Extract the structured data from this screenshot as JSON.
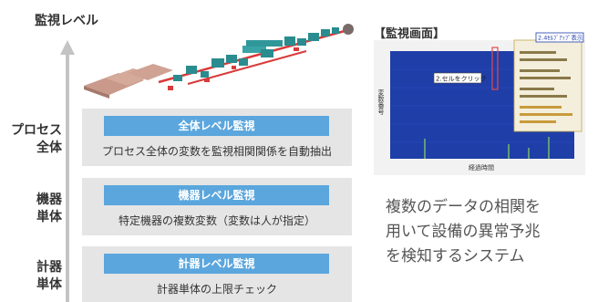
{
  "axis": {
    "title": "監視レベル"
  },
  "levels": [
    {
      "label_line1": "プロセス",
      "label_line2": "全体",
      "chip": "全体レベル監視",
      "desc": "プロセス全体の変数を監視相関関係を自動抽出"
    },
    {
      "label_line1": "機器",
      "label_line2": "単体",
      "chip": "機器レベル監視",
      "desc": "特定機器の複数変数（変数は人が指定）"
    },
    {
      "label_line1": "計器",
      "label_line2": "単体",
      "chip": "計器レベル監視",
      "desc": "計器単体の上限チェック"
    }
  ],
  "screen": {
    "title": "【監視画面】",
    "callout_top": "2.4ｾﾙﾌﾞｱｯﾌﾟ表示",
    "callout_click": "2.セルをクリック",
    "y_label": "変数番号",
    "x_label": "経過時間"
  },
  "caption": {
    "line1": "複数のデータの相関を",
    "line2": "用いて設備の異常予兆",
    "line3": "を検知するシステム"
  },
  "colors": {
    "chip": "#5aa6dd",
    "band": "#e5e5e6",
    "monitor_blue": "#1f3ea8",
    "pipe_red": "#d93a3a",
    "equipment_teal": "#2a8c8e"
  }
}
